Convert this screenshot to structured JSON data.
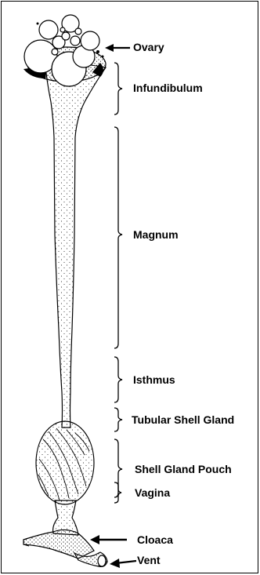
{
  "labels": {
    "ovary": "Ovary",
    "infundibulum": "Infundibulum",
    "magnum": "Magnum",
    "isthmus": "Isthmus",
    "tubular_shell_gland": "Tubular Shell Gland",
    "shell_gland_pouch": "Shell Gland Pouch",
    "vagina": "Vagina",
    "cloaca": "Cloaca",
    "vent": "Vent"
  },
  "colors": {
    "ink": "#000000",
    "background": "#ffffff"
  }
}
